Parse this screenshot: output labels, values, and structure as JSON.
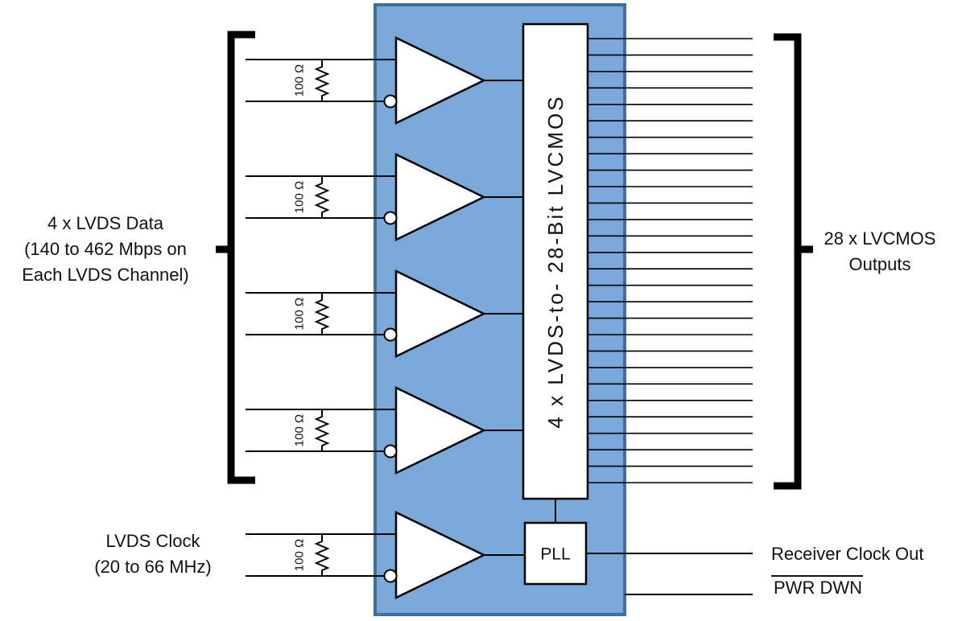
{
  "diagram": {
    "chip": {
      "fill": "#79A8D9",
      "border": "#3E6E9C"
    },
    "counts": {
      "lvds_data_channels": 4,
      "lvcmos_outputs": 28
    },
    "labels": {
      "lvds_data": [
        "4 x LVDS Data",
        "(140 to 462 Mbps on",
        "Each LVDS Channel)"
      ],
      "lvds_clock": [
        "LVDS Clock",
        "(20 to 66 MHz)"
      ],
      "termination_resistor": "100 Ω",
      "core_block": "4 x LVDS-to- 28-Bit LVCMOS",
      "pll": "PLL",
      "lvcmos_outputs": [
        "28 x LVCMOS",
        "Outputs"
      ],
      "receiver_clock_out": "Receiver Clock Out",
      "pwr_dwn": "PWR DWN"
    }
  }
}
